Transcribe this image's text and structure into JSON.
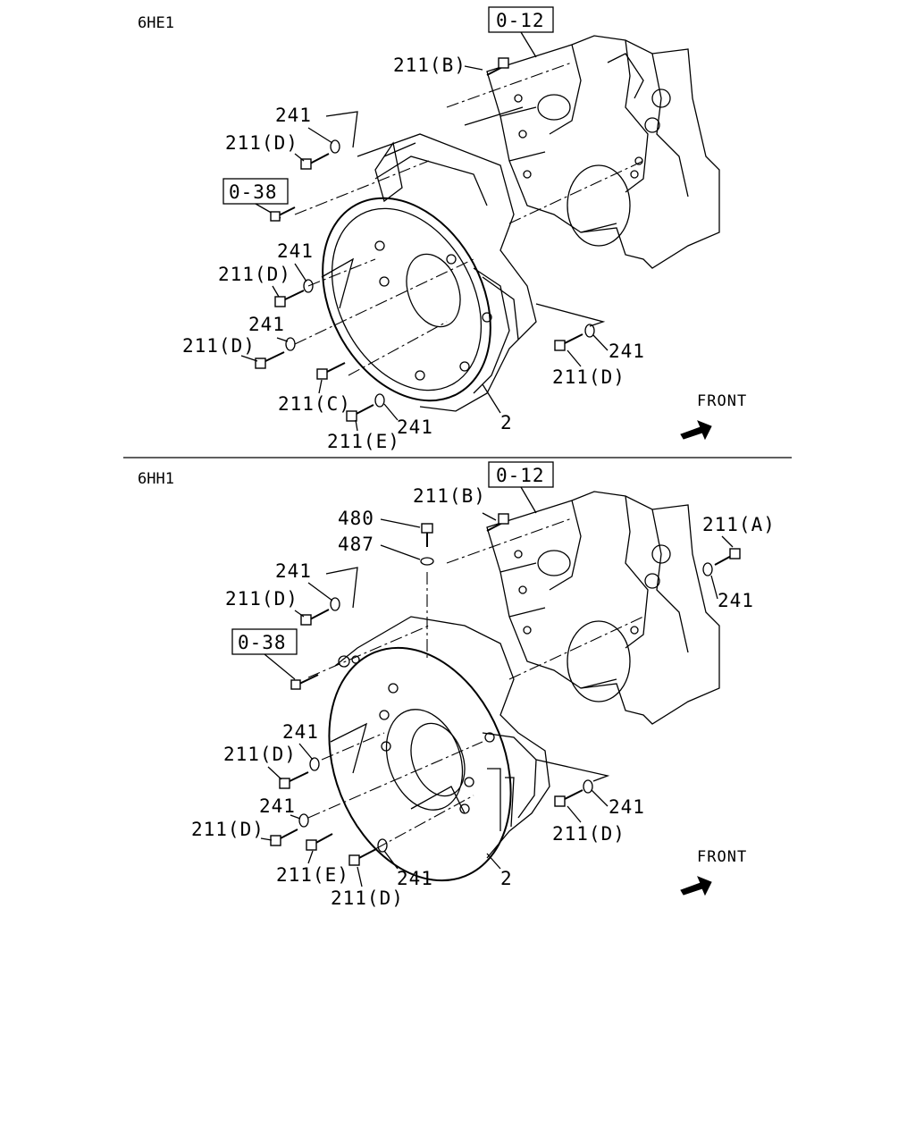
{
  "sections": [
    {
      "model": "6HE1",
      "ref_boxes": [
        "0-12",
        "0-38"
      ],
      "front_label": "FRONT",
      "callouts": [
        "211(B)",
        "241",
        "211(D)",
        "241",
        "211(D)",
        "241",
        "211(D)",
        "211(D)",
        "241",
        "211(C)",
        "211(E)",
        "241",
        "2"
      ]
    },
    {
      "model": "6HH1",
      "ref_boxes": [
        "0-12",
        "0-38"
      ],
      "front_label": "FRONT",
      "callouts": [
        "211(B)",
        "480",
        "487",
        "211(A)",
        "241",
        "241",
        "211(D)",
        "241",
        "211(D)",
        "241",
        "211(D)",
        "211(E)",
        "211(D)",
        "241",
        "241",
        "211(D)",
        "2"
      ]
    }
  ]
}
